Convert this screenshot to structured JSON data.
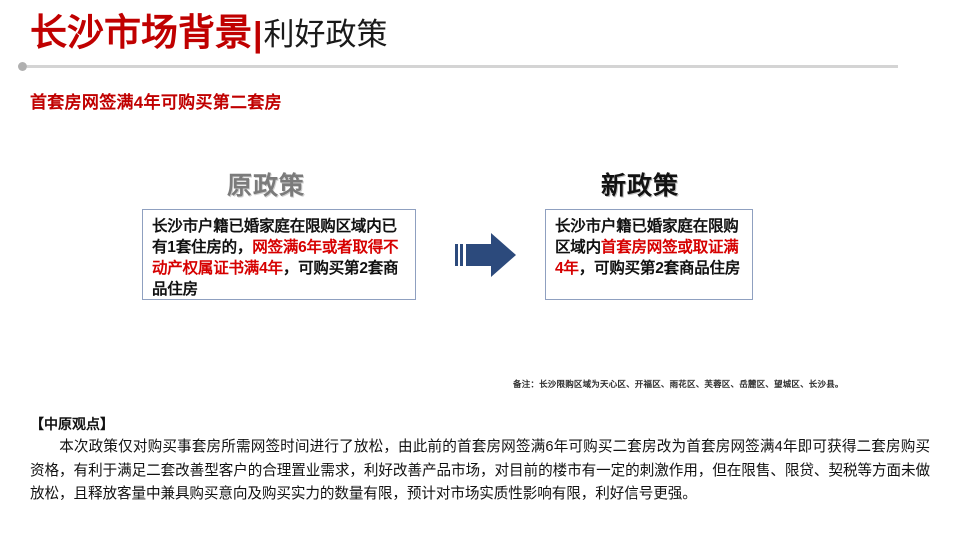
{
  "slide": {
    "title": {
      "main": "长沙市场背景",
      "separator": "|",
      "sub": "利好政策",
      "main_color": "#C00000",
      "sub_color": "#1a1a1a"
    },
    "subtitle": "首套房网签满4年可购买第二套房",
    "subtitle_color": "#C00000",
    "divider_color": "#D4D4D4"
  },
  "comparison": {
    "old": {
      "header": "原政策",
      "header_color": "#7B7B7B",
      "text_parts": [
        {
          "text": "长沙市户籍已婚家庭在限购区域内已有1套住房的，",
          "highlight": false
        },
        {
          "text": "网签满6年或者取得不动产权属证书满4年",
          "highlight": true
        },
        {
          "text": "，可购买第2套商品住房",
          "highlight": false
        }
      ],
      "plain_text": "长沙市户籍已婚家庭在限购区域内已有1套住房的，网签满6年或者取得不动产权属证书满4年，可购买第2套商品住房"
    },
    "new": {
      "header": "新政策",
      "header_color": "#121212",
      "text_parts": [
        {
          "text": "长沙市户籍已婚家庭在限购区域内",
          "highlight": false
        },
        {
          "text": "首套房网签或取证满4年",
          "highlight": true
        },
        {
          "text": "，可购买第2套商品住房",
          "highlight": false
        }
      ],
      "plain_text": "长沙市户籍已婚家庭在限购区域内首套房网签或取证满4年，可购买第2套商品住房"
    },
    "arrow": {
      "icon": "right-arrow-icon",
      "color": "#2C4A7C",
      "direction": "right"
    },
    "box_border_color": "#8FA0C0",
    "highlight_color": "#D60000"
  },
  "footnote": "备注：长沙限购区域为天心区、开福区、雨花区、芙蓉区、岳麓区、望城区、长沙县。",
  "commentary": {
    "heading": "【中原观点】",
    "body": "本次政策仅对购买事套房所需网签时间进行了放松，由此前的首套房网签满6年可购买二套房改为首套房网签满4年即可获得二套房购买资格，有利于满足二套改善型客户的合理置业需求，利好改善产品市场，对目前的楼市有一定的刺激作用，但在限售、限贷、契税等方面未做放松，且释放客量中兼具购买意向及购买实力的数量有限，预计对市场实质性影响有限，利好信号更强。"
  }
}
